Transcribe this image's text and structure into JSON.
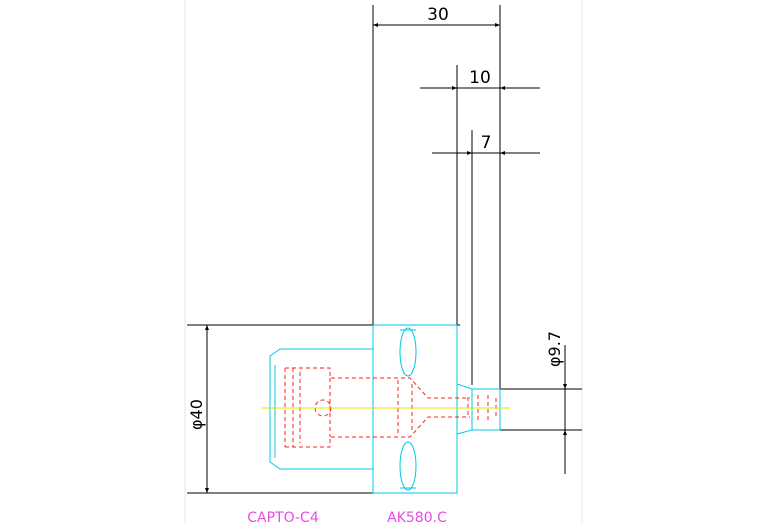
{
  "drawing": {
    "dimensions": {
      "top_width": "30",
      "mid_width": "10",
      "small_width": "7",
      "right_diameter": "φ9.7",
      "left_diameter": "φ40"
    },
    "labels": {
      "left_part": "CAPTO-C4",
      "right_part": "AK580.C"
    },
    "colors": {
      "background": "#ffffff",
      "frame": "#e6e6e6",
      "dimension": "#000000",
      "outline": "#00c8e6",
      "hidden": "#ff2020",
      "label": "#e64ce6",
      "centerline": "#e6e600"
    }
  }
}
